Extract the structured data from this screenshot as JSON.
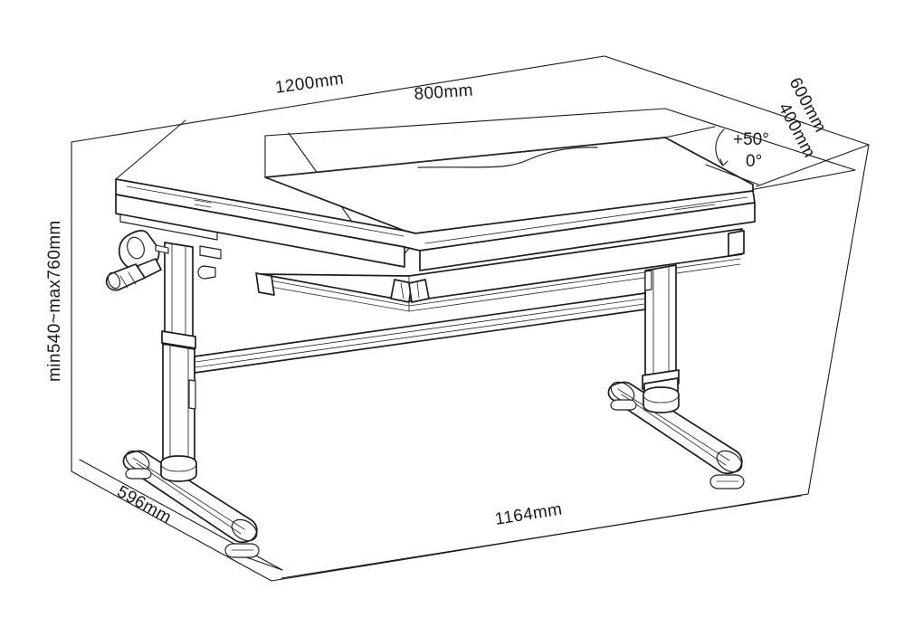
{
  "drawing": {
    "title": "Height adjustable tilting desk dimensional drawing",
    "background_color": "#ffffff",
    "line_color": "#1d1d1d",
    "projection": "isometric"
  },
  "dimensions": {
    "desktop_total_width": "1200mm",
    "tilt_panel_width": "800mm",
    "desktop_total_depth": "600mm",
    "tilt_panel_depth": "400mm",
    "height_range": "min540~max760mm",
    "foot_depth": "596mm",
    "base_width": "1164mm"
  },
  "tilt": {
    "max_label": "+50°",
    "min_label": "0°"
  },
  "components": {
    "desktop_fixed_panel": "fixed-desktop-panel",
    "desktop_tilt_panel": "tilting-desktop-panel",
    "crank_handle": "height-adjust-crank-handle",
    "left_column": "left-telescoping-column",
    "right_column": "right-telescoping-column",
    "cross_beam": "cross-support-beam",
    "left_foot": "left-t-foot",
    "right_foot": "right-t-foot",
    "leveling_glides": "leveling-glide"
  }
}
